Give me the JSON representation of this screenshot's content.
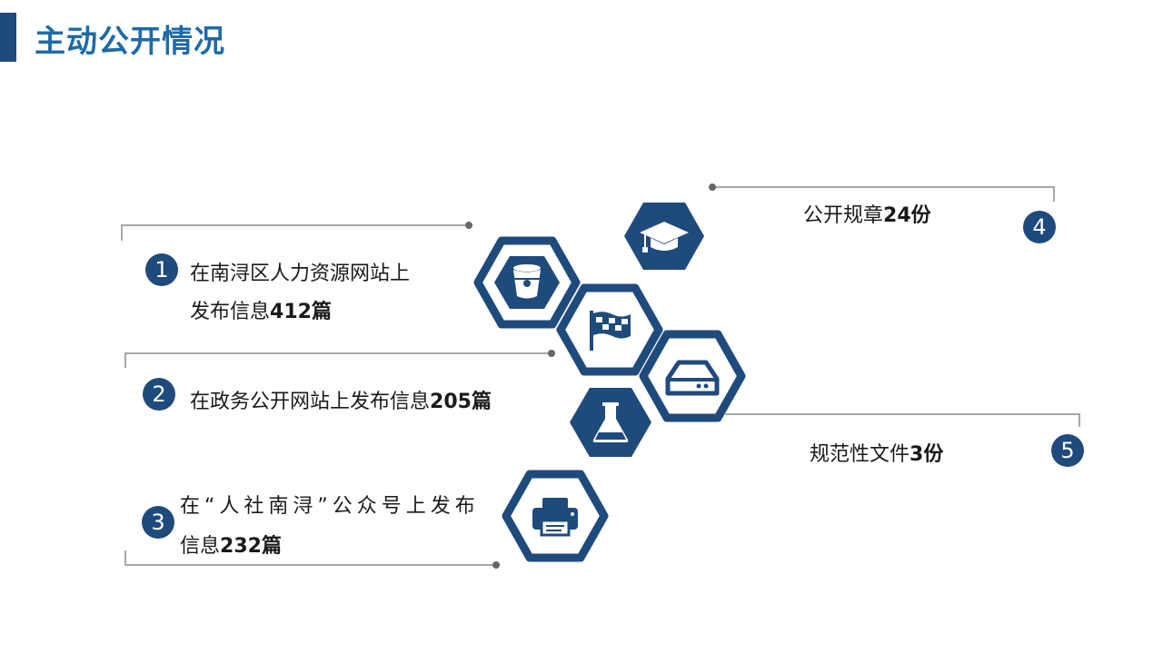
{
  "page": {
    "title": "主动公开情况"
  },
  "items": [
    {
      "number": "1",
      "text_line1": "在南浔区人力资源网站上",
      "text_line2_prefix": "发布信息",
      "count": "412篇"
    },
    {
      "number": "2",
      "text_prefix": "在政务公开网站上发布信息",
      "count": "205篇"
    },
    {
      "number": "3",
      "text_line1": "在“人社南浔”公众号上发布",
      "text_line2_prefix": "信息",
      "count": "232篇"
    },
    {
      "number": "4",
      "text_prefix": "公开规章",
      "count": "24份"
    },
    {
      "number": "5",
      "text_prefix": "规范性文件",
      "count": "3份"
    }
  ],
  "icons": [
    "graduation-cap-icon",
    "bucket-icon",
    "flag-icon",
    "hard-drive-icon",
    "flask-icon",
    "printer-icon"
  ],
  "colors": {
    "accent": "#1f4a7c",
    "title": "#1e6aa8",
    "line": "#8c8c8c"
  }
}
